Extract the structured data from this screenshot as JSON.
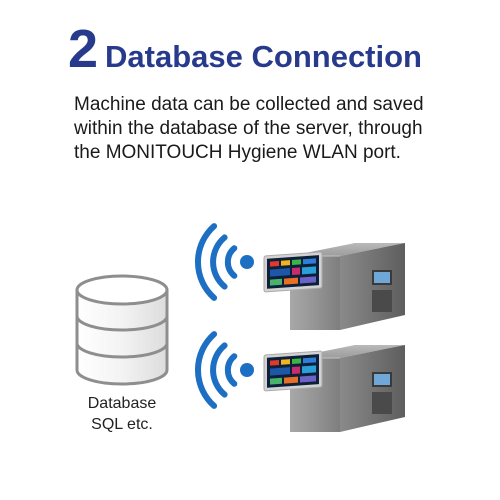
{
  "heading": {
    "number": "2",
    "title": "Database Connection"
  },
  "description": "Machine data can be collected and saved within the database of the server, through the MONITOUCH Hygiene WLAN port.",
  "database_label": {
    "line1": "Database",
    "line2": "SQL etc."
  },
  "colors": {
    "heading": "#283a8c",
    "wifi": "#1d6fc4",
    "database_outline": "#8e8e8e",
    "cabinet": "#8f8f8f",
    "touch_panel_frame": "#d2d2d2",
    "touch_panel_screen": "#0e1f3a"
  },
  "icons": [
    "database-icon",
    "wifi-signal-icon",
    "machine-icon",
    "touch-panel-icon"
  ]
}
